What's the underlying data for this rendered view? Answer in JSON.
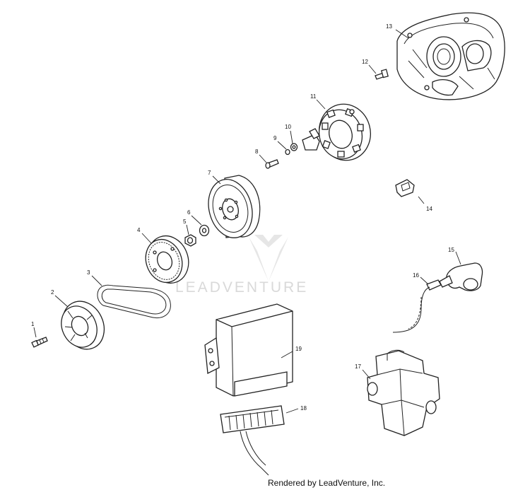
{
  "watermark": {
    "brand": "LEADVENTURE"
  },
  "credit": "Rendered by LeadVenture, Inc.",
  "callouts": [
    "1",
    "2",
    "3",
    "4",
    "5",
    "6",
    "7",
    "8",
    "9",
    "10",
    "11",
    "12",
    "13",
    "14",
    "15",
    "16",
    "17",
    "18",
    "19"
  ]
}
